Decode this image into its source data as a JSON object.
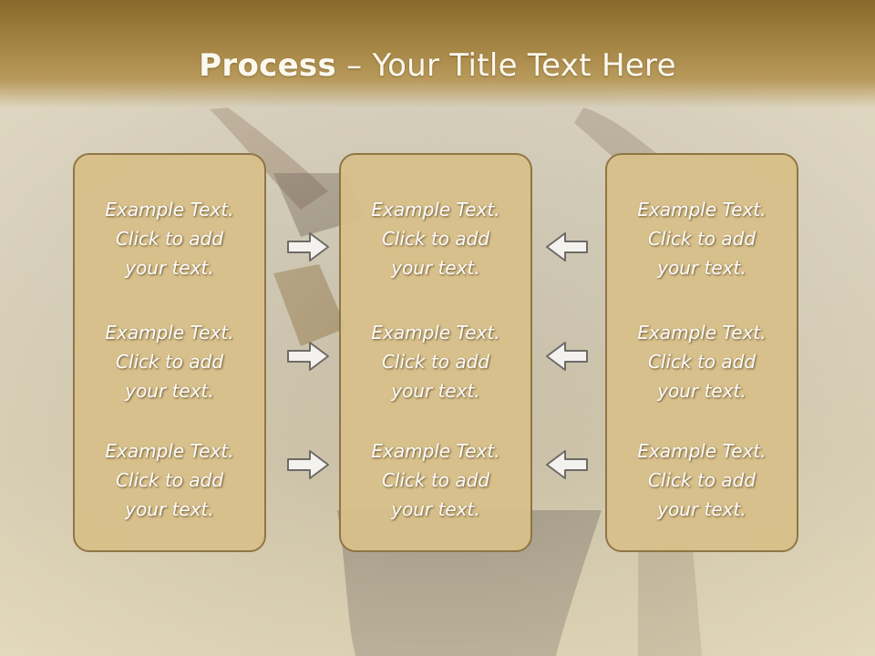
{
  "slide": {
    "title_bold": "Process",
    "title_rest": " – Your Title Text Here"
  },
  "columns": [
    {
      "items": [
        {
          "line1": "Example Text.",
          "line2": "Click  to add",
          "line3": "your text."
        },
        {
          "line1": "Example Text.",
          "line2": "Click  to add",
          "line3": "your text."
        },
        {
          "line1": "Example Text.",
          "line2": "Click  to add",
          "line3": "your text."
        }
      ]
    },
    {
      "items": [
        {
          "line1": "Example Text.",
          "line2": "Click  to add",
          "line3": "your text."
        },
        {
          "line1": "Example Text.",
          "line2": "Click  to add",
          "line3": "your text."
        },
        {
          "line1": "Example Text.",
          "line2": "Click  to add",
          "line3": "your text."
        }
      ]
    },
    {
      "items": [
        {
          "line1": "Example Text.",
          "line2": "Click  to add",
          "line3": "your text."
        },
        {
          "line1": "Example Text.",
          "line2": "Click  to add",
          "line3": "your text."
        },
        {
          "line1": "Example Text.",
          "line2": "Click  to add",
          "line3": "your text."
        }
      ]
    }
  ],
  "colors": {
    "title_band": "#a68645",
    "box_fill": "#d8c08a",
    "box_border": "#8d7342",
    "arrow_fill": "#f4f2ee",
    "arrow_stroke": "#6e6a66"
  },
  "icons": {
    "left_column_arrows": "arrow-right-icon",
    "right_column_arrows": "arrow-left-icon"
  }
}
